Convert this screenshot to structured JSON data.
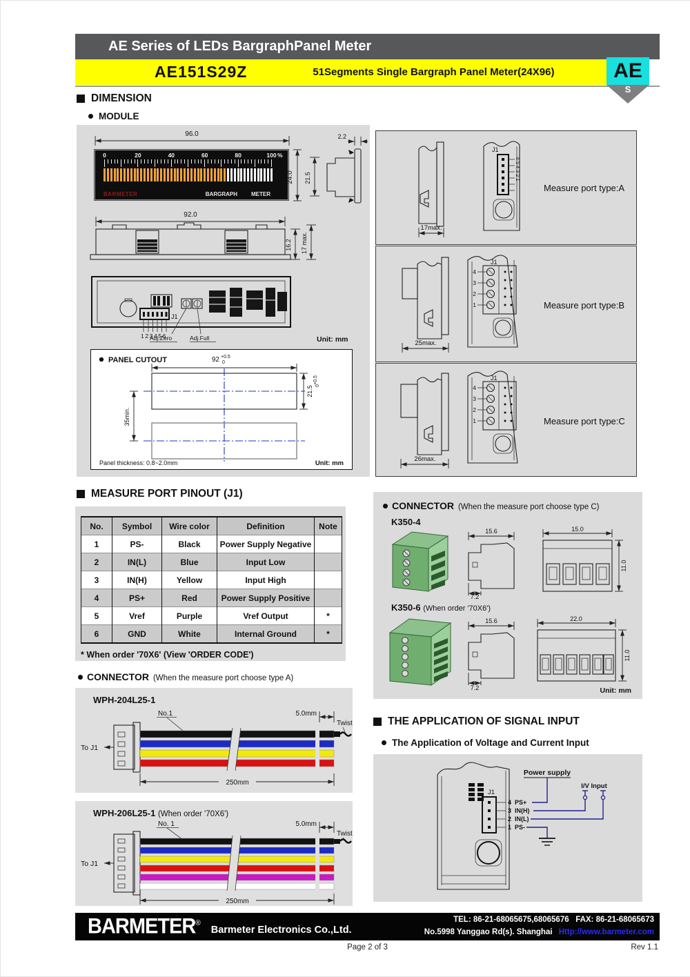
{
  "header": {
    "series_title": "AE Series of LEDs BargraphPanel Meter",
    "model": "AE151S29Z",
    "subtitle": "51Segments Single Bargraph Panel Meter(24X96)",
    "badge": "AE",
    "badge_sub": "S"
  },
  "dimension": {
    "section_title": "DIMENSION",
    "module_title": "MODULE",
    "front": {
      "width": "96.0",
      "height": "24.0",
      "bezel": "2.2",
      "depth": "21.5"
    },
    "top": {
      "width": "92.0",
      "h1": "16.2",
      "h2": "17 max."
    },
    "back": {
      "j1": "J1",
      "pins": "123456",
      "adj_zero": "Adj.Zero",
      "adj_full": "Adj.Full",
      "unit": "Unit: mm"
    },
    "cutout": {
      "title": "PANEL CUTOUT",
      "width": "92",
      "tol_top": "+0.5",
      "tol_bot": "0",
      "height": "21.5",
      "min_height": "35min.",
      "thickness": "Panel thickness: 0.8~2.0mm",
      "unit": "Unit: mm"
    }
  },
  "display": {
    "brand": "BARMETER",
    "caption_left": "BARGRAPH",
    "caption_right": "METER",
    "scale_labels": [
      "0",
      "20",
      "40",
      "60",
      "80",
      "100"
    ],
    "percent_label": "%",
    "segments_total": 51,
    "segments_lit": 37,
    "lit_color": "#f2a33c",
    "unlit_color": "#f5f5f5"
  },
  "ports": [
    {
      "label": "Measure port type:A",
      "dim": "17max.",
      "j1": "J1",
      "pin_labels": "654321"
    },
    {
      "label": "Measure port type:B",
      "dim": "25max.",
      "j1": "J1",
      "pins": [
        "4",
        "3",
        "2",
        "1"
      ]
    },
    {
      "label": "Measure port type:C",
      "dim": "26max.",
      "j1": "J1",
      "pins": [
        "4",
        "3",
        "2",
        "1"
      ]
    }
  ],
  "pinout": {
    "section_title": "MEASURE PORT PINOUT (J1)",
    "headers": [
      "No.",
      "Symbol",
      "Wire color",
      "Definition",
      "Note"
    ],
    "rows": [
      [
        "1",
        "PS-",
        "Black",
        "Power Supply Negative",
        ""
      ],
      [
        "2",
        "IN(L)",
        "Blue",
        "Input Low",
        ""
      ],
      [
        "3",
        "IN(H)",
        "Yellow",
        "Input High",
        ""
      ],
      [
        "4",
        "PS+",
        "Red",
        "Power Supply Positive",
        ""
      ],
      [
        "5",
        "Vref",
        "Purple",
        "Vref Output",
        "*"
      ],
      [
        "6",
        "GND",
        "White",
        "Internal Ground",
        "*"
      ]
    ],
    "footnote": "* When order '70X6' (View 'ORDER CODE')"
  },
  "connector_c": {
    "title": "CONNECTOR",
    "note": "(When the measure port choose type C)",
    "k350_4": {
      "name": "K350-4",
      "d_depth": "15.6",
      "d_plug": "7.2",
      "d_width": "15.0",
      "d_height": "11.0"
    },
    "k350_6": {
      "name": "K350-6",
      "note": "(When order '70X6')",
      "d_depth": "15.6",
      "d_plug": "7.2",
      "d_width": "22.0",
      "d_height": "11.0"
    },
    "unit": "Unit: mm"
  },
  "connector_a": {
    "title": "CONNECTOR",
    "note": "(When the measure port choose type A)",
    "wph_204": {
      "name": "WPH-204L25-1",
      "to_j1": "To J1",
      "no1": "No.1",
      "strip": "5.0mm",
      "twist": "Twist",
      "length": "250mm",
      "wire_colors": [
        "#111111",
        "#1c2bc4",
        "#f2e90c",
        "#d91111"
      ]
    },
    "wph_206": {
      "name": "WPH-206L25-1",
      "note": "(When order '70X6')",
      "to_j1": "To J1",
      "no1": "No. 1",
      "strip": "5.0mm",
      "twist": "Twist",
      "length": "250mm",
      "wire_colors": [
        "#111111",
        "#1c2bc4",
        "#f2e90c",
        "#d91111",
        "#cc17c4",
        "#ffffff"
      ]
    }
  },
  "application": {
    "section_title": "THE APPLICATION OF SIGNAL INPUT",
    "sub_title": "The Application of Voltage and Current Input",
    "j1": "J1",
    "pins": [
      "4  PS+",
      "3  IN(H)",
      "2  IN(L)",
      "1  PS-"
    ],
    "power_supply": "Power supply",
    "iv_input": "I/V Input"
  },
  "footer": {
    "logo": "BARMETER",
    "reg": "®",
    "company": "Barmeter Electronics Co.,Ltd.",
    "tel": "TEL: 86-21-68065675,68065676   FAX: 86-21-68065673",
    "address": "No.5998 Yanggao Rd(s). Shanghai",
    "url": "Http://www.barmeter.com",
    "page": "Page 2 of 3",
    "rev": "Rev 1.1"
  }
}
